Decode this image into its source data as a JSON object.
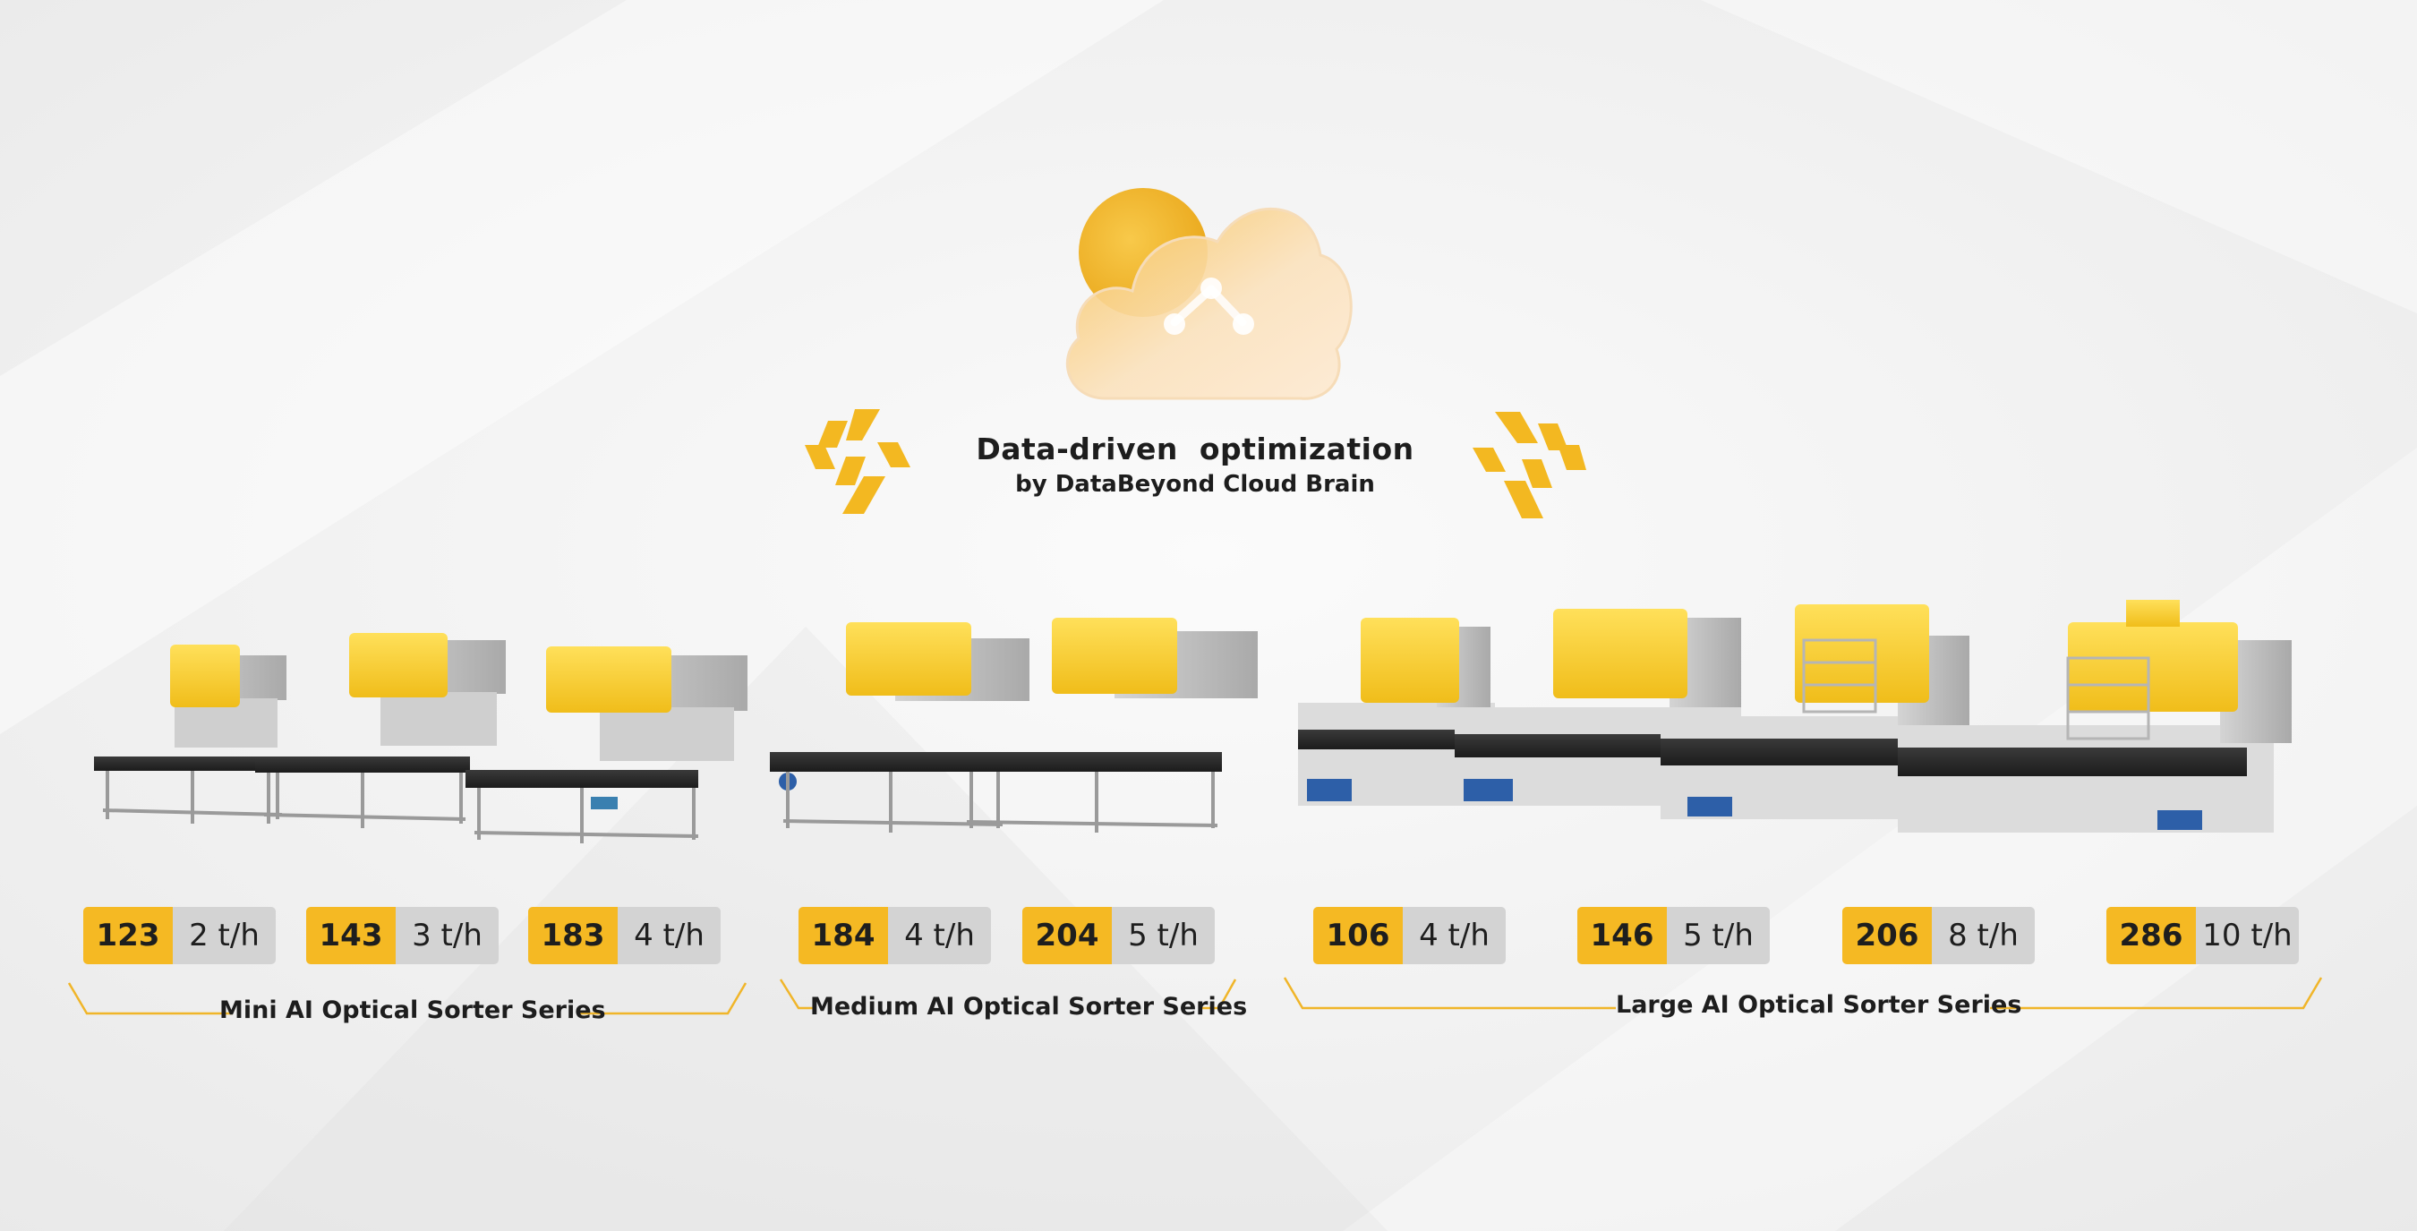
{
  "header": {
    "title": "Data-driven  optimization",
    "subtitle": "by DataBeyond Cloud Brain"
  },
  "colors": {
    "accent": "#f5b923",
    "badge_gray": "#d3d3d3",
    "text": "#1d1d1d"
  },
  "icons": {
    "cloud": "cloud-network-icon",
    "left_arrows": "sync-arrows-icon",
    "right_arrows": "sync-arrows-icon"
  },
  "series": [
    {
      "label": "Mini AI Optical Sorter Series",
      "models": [
        {
          "code": "123",
          "capacity": "2 t/h"
        },
        {
          "code": "143",
          "capacity": "3 t/h"
        },
        {
          "code": "183",
          "capacity": "4 t/h"
        }
      ]
    },
    {
      "label": "Medium AI Optical Sorter Series",
      "models": [
        {
          "code": "184",
          "capacity": "4 t/h"
        },
        {
          "code": "204",
          "capacity": "5 t/h"
        }
      ]
    },
    {
      "label": "Large AI Optical Sorter Series",
      "models": [
        {
          "code": "106",
          "capacity": "4 t/h"
        },
        {
          "code": "146",
          "capacity": "5 t/h"
        },
        {
          "code": "206",
          "capacity": "8 t/h"
        },
        {
          "code": "286",
          "capacity": "10 t/h"
        }
      ]
    }
  ]
}
